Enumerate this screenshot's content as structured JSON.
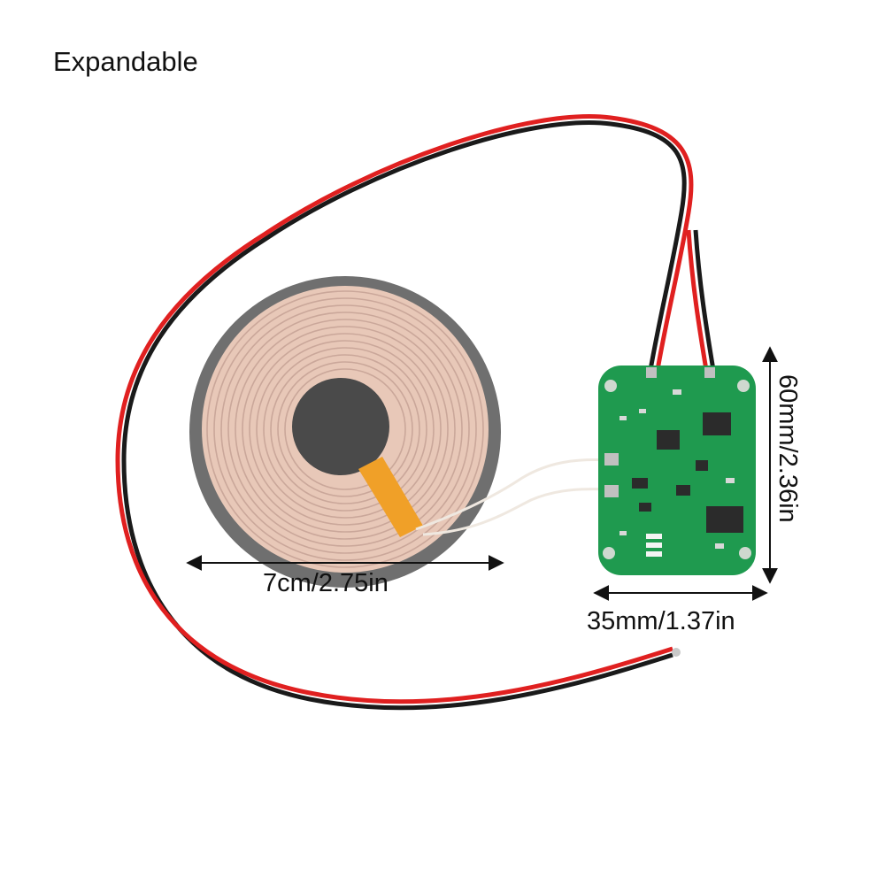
{
  "title": "Expandable",
  "dimensions": {
    "coil_diameter": "7cm/2.75in",
    "board_width": "35mm/1.37in",
    "board_height": "60mm/2.36in"
  },
  "colors": {
    "background": "#ffffff",
    "pcb_green": "#1f9a4f",
    "coil_copper": "#e8c8b8",
    "coil_rim": "#6f6f6f",
    "ferrite_core": "#4a4a4a",
    "flex_strip": "#f0a028",
    "wire_red": "#e02020",
    "wire_black": "#1a1a1a"
  }
}
